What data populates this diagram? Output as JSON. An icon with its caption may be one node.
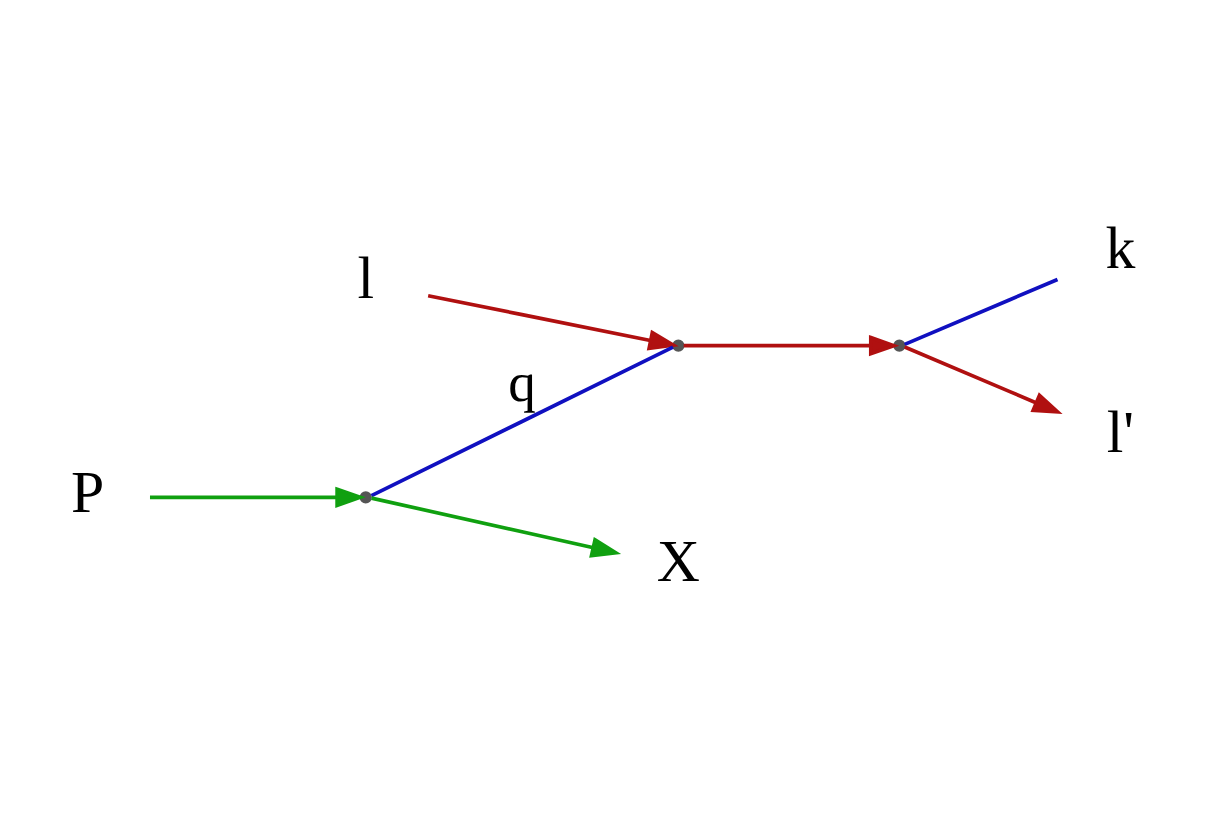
{
  "diagram": {
    "nodes": [
      {
        "text": [
          "l"
        ]
      },
      {
        "text": [],
        "shape": "point"
      },
      {
        "text": [],
        "shape": "point"
      },
      {
        "text": [
          "k"
        ]
      },
      {
        "text": [
          "l'"
        ]
      },
      {
        "text": [
          "P"
        ]
      },
      {
        "text": [],
        "shape": "point"
      },
      {
        "text": [
          "X"
        ]
      }
    ],
    "edges": [
      {
        "from": 0,
        "to": 1,
        "arrow": "to",
        "color": "#b01010"
      },
      {
        "from": 1,
        "to": 2,
        "arrow": "to",
        "color": "#b01010"
      },
      {
        "from": 2,
        "to": 3,
        "arrow": "none",
        "color": "#1010c0"
      },
      {
        "from": 2,
        "to": 4,
        "arrow": "to",
        "color": "#b01010"
      },
      {
        "from": 5,
        "to": 6,
        "arrow": "to",
        "color": "#10a010"
      },
      {
        "from": 6,
        "to": 7,
        "arrow": "to",
        "color": "#10a010"
      },
      {
        "from": 6,
        "to": 1,
        "arrow": "none",
        "color": "#1010c0",
        "label": "q"
      }
    ]
  }
}
